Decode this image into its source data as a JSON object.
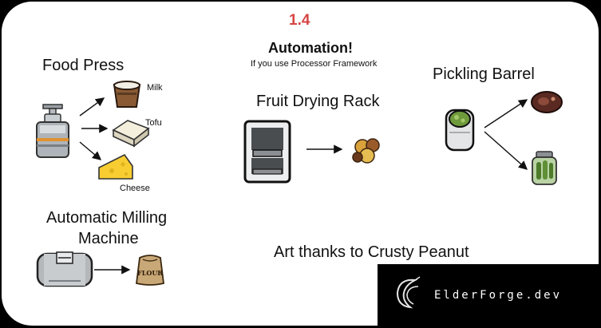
{
  "version": "1.4",
  "automation": {
    "title": "Automation!",
    "subtitle": "If you use Processor Framework"
  },
  "food_press": {
    "title": "Food Press",
    "outputs": [
      "Milk",
      "Tofu",
      "Cheese"
    ]
  },
  "fruit_drying_rack": {
    "title": "Fruit Drying Rack"
  },
  "pickling_barrel": {
    "title": "Pickling Barrel"
  },
  "milling_machine": {
    "title_line1": "Automatic Milling",
    "title_line2": "Machine",
    "flour_text": "FLOUR"
  },
  "credits": "Art thanks to Crusty Peanut",
  "watermark": "ElderForge.dev",
  "colors": {
    "background": "#ffffff",
    "frame": "#000000",
    "version_red": "#d64545"
  }
}
